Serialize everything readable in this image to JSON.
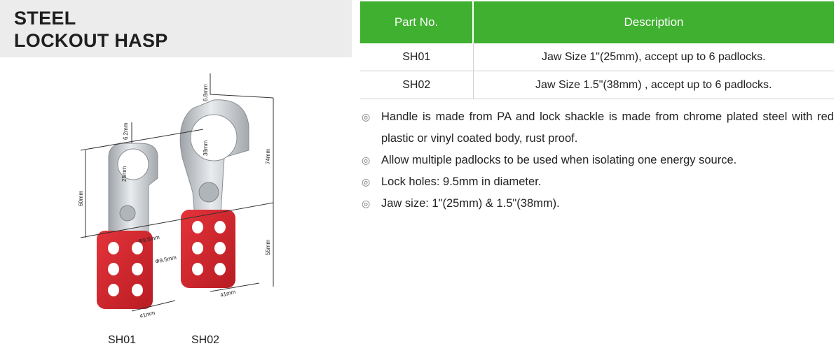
{
  "title": {
    "line1": "STEEL",
    "line2": "LOCKOUT HASP"
  },
  "table": {
    "headers": [
      "Part No.",
      "Description"
    ],
    "rows": [
      {
        "part": "SH01",
        "description": "Jaw Size 1\"(25mm), accept up to 6 padlocks."
      },
      {
        "part": "SH02",
        "description": "Jaw Size 1.5\"(38mm) , accept up to 6 padlocks."
      }
    ]
  },
  "features": [
    "Handle is made from PA and lock shackle is made from chrome plated steel with red plastic or vinyl coated body, rust proof.",
    "Allow multiple padlocks to be used when isolating one energy source.",
    "Lock holes: 9.5mm in diameter.",
    "Jaw size: 1\"(25mm) & 1.5\"(38mm)."
  ],
  "bullet_symbol": "◎",
  "diagram": {
    "dims": {
      "sh01_top": "6.2mm",
      "sh01_jaw": "25mm",
      "sh01_height": "60mm",
      "sh01_hole": "Φ9.5mm",
      "sh01_width": "41mm",
      "sh02_top": "6.8mm",
      "sh02_jaw": "38mm",
      "sh02_height": "74mm",
      "sh02_body": "55mm",
      "sh02_hole": "Φ9.5mm",
      "sh02_width": "41mm"
    },
    "labels": {
      "sh01": "SH01",
      "sh02": "SH02"
    }
  },
  "colors": {
    "header_green": "#3fb02f",
    "hasp_red": "#d8262e",
    "steel": "#c4c8cc"
  }
}
